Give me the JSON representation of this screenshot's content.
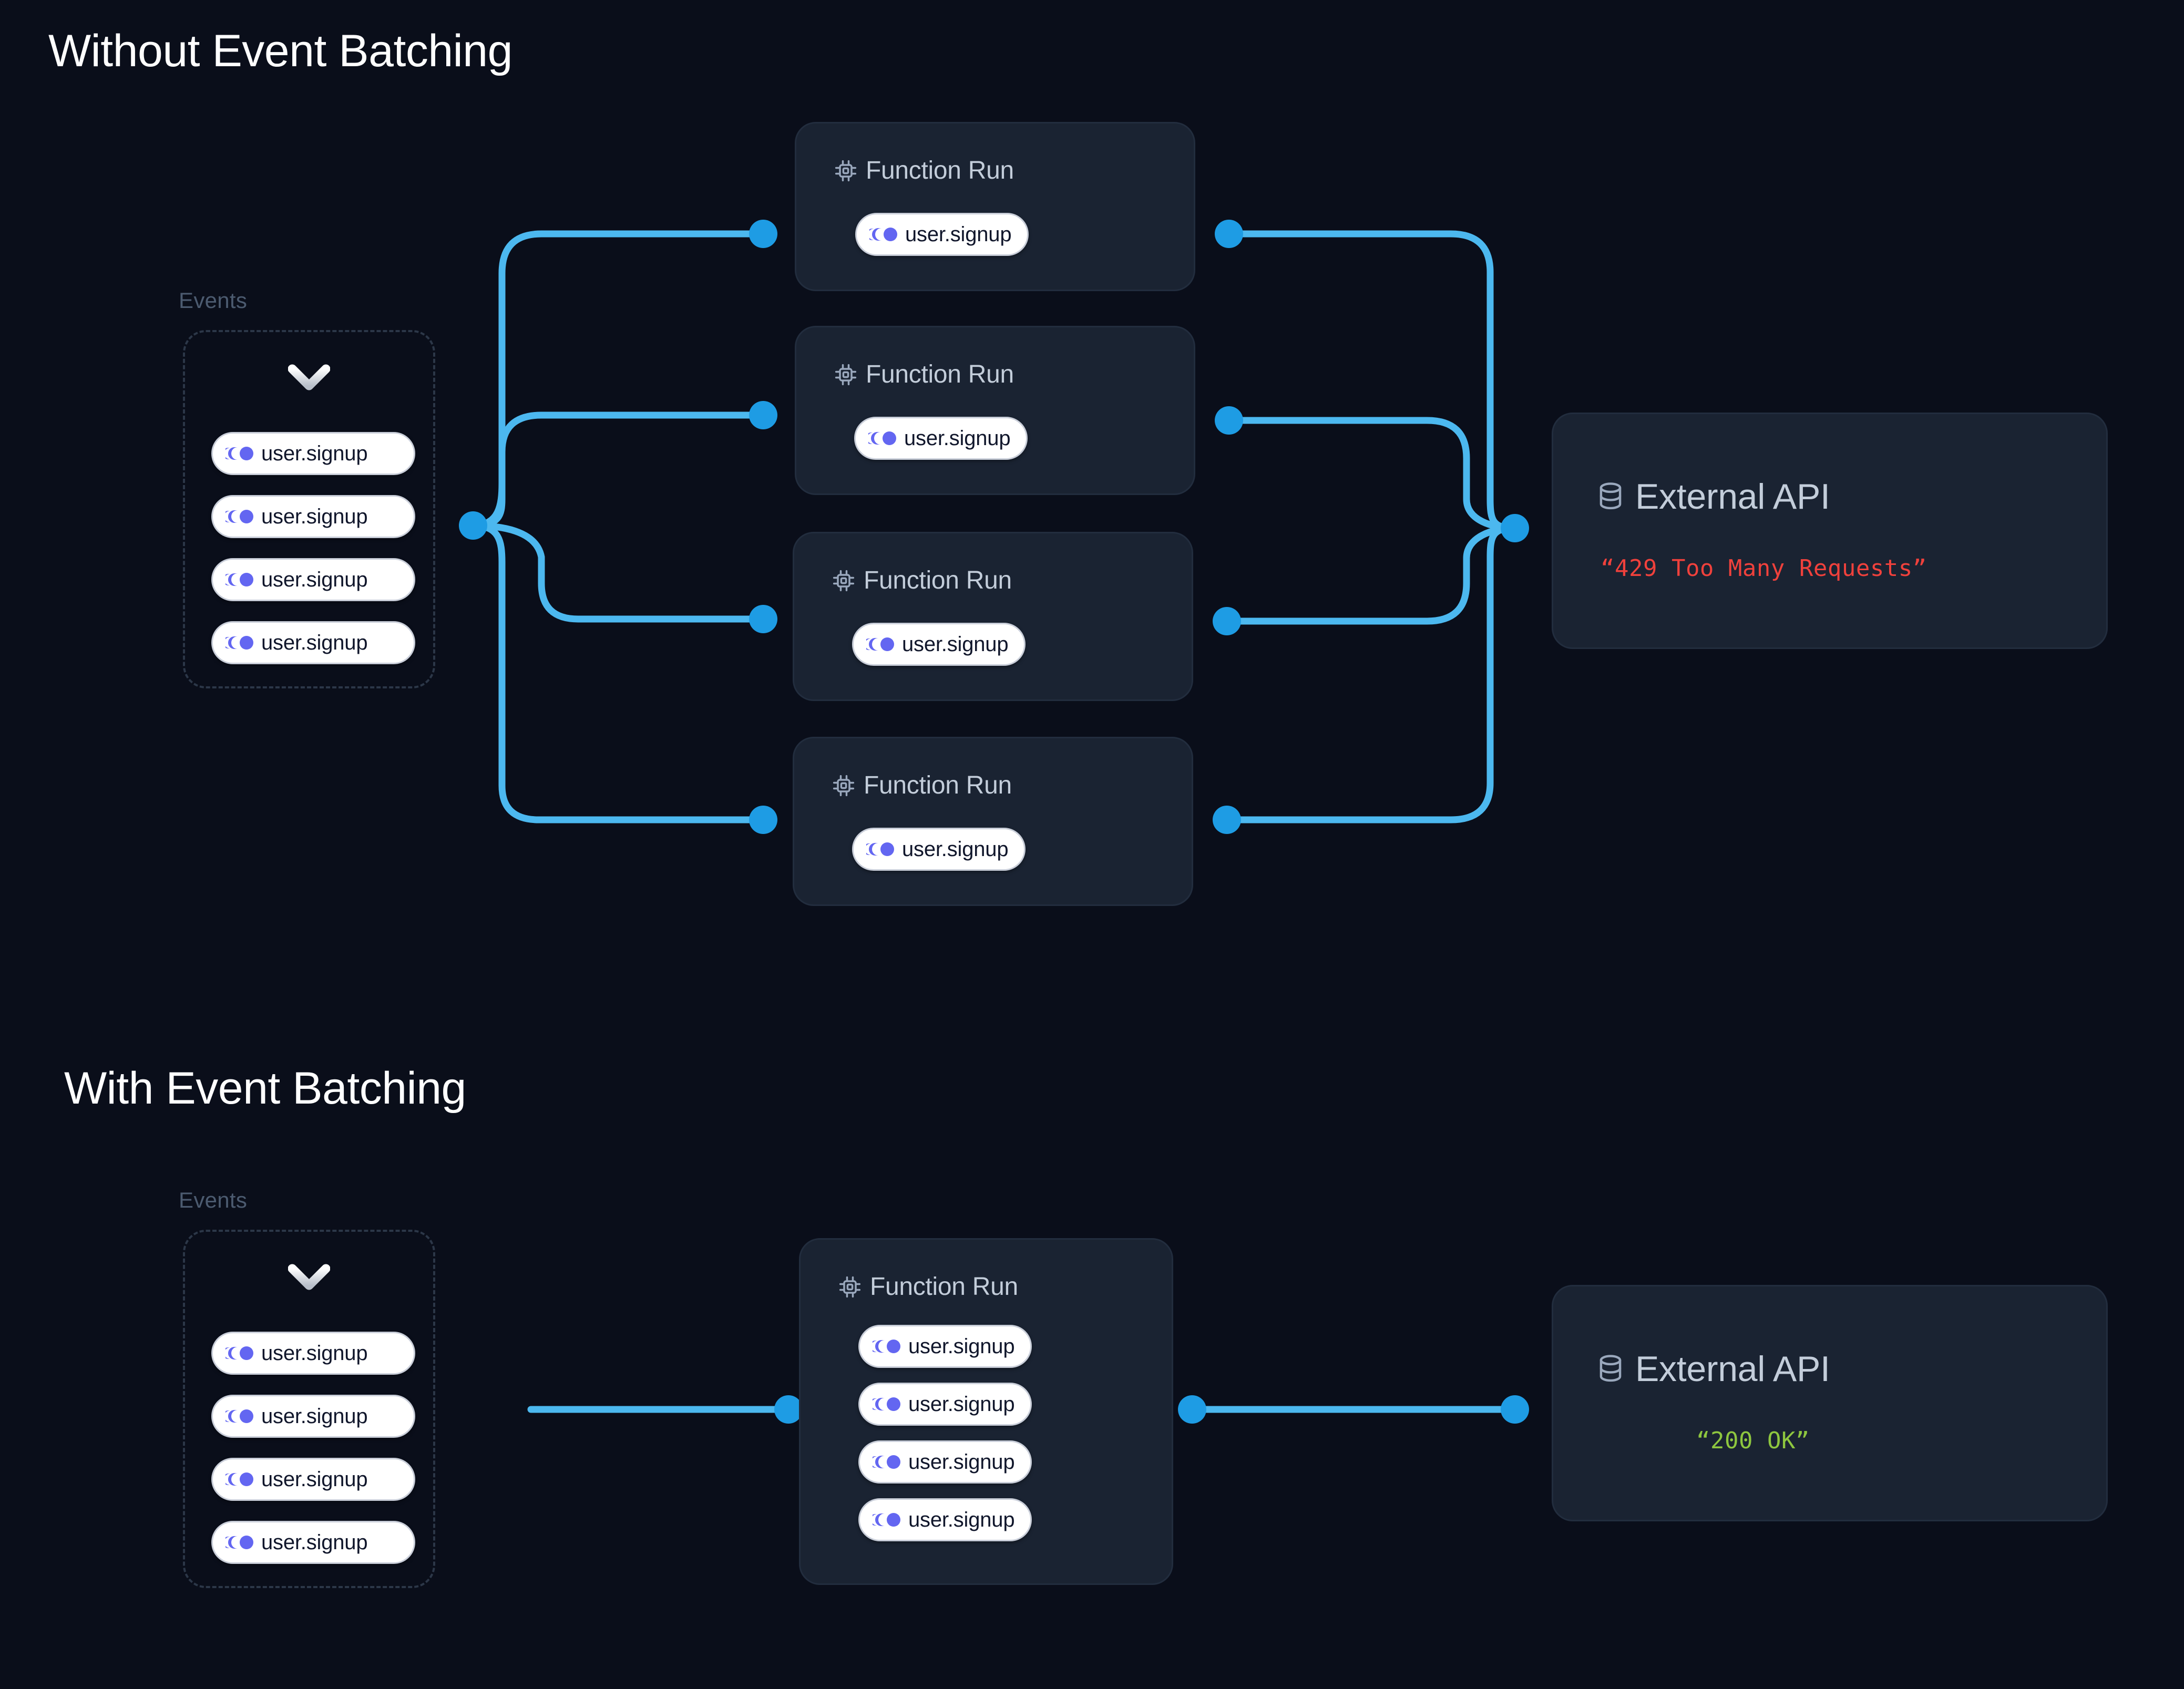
{
  "colors": {
    "page_bg": "#0a0e1a",
    "card_bg": "#1a2332",
    "card_border": "#222d3e",
    "wire": "#4cb8ef",
    "wire_node": "#1e9ce4",
    "event_accent": "#6366f1",
    "title_text": "#ffffff",
    "label_text": "#4c5b70",
    "header_text": "#c3cdda",
    "error_text": "#f0413c",
    "success_text": "#8ec63f",
    "dashed_border": "#2c3748"
  },
  "sections": [
    {
      "id": "without-batching",
      "title": "Without Event Batching",
      "events": {
        "label": "Events",
        "chevron_icon": "chevron-down-icon",
        "pills": [
          {
            "icon": "event-trail-icon",
            "label": "user.signup"
          },
          {
            "icon": "event-trail-icon",
            "label": "user.signup"
          },
          {
            "icon": "event-trail-icon",
            "label": "user.signup"
          },
          {
            "icon": "event-trail-icon",
            "label": "user.signup"
          }
        ]
      },
      "function_runs": [
        {
          "icon": "cpu-chip-icon",
          "title": "Function Run",
          "pills": [
            {
              "icon": "event-trail-icon",
              "label": "user.signup"
            }
          ]
        },
        {
          "icon": "cpu-chip-icon",
          "title": "Function Run",
          "pills": [
            {
              "icon": "event-trail-icon",
              "label": "user.signup"
            }
          ]
        },
        {
          "icon": "cpu-chip-icon",
          "title": "Function Run",
          "pills": [
            {
              "icon": "event-trail-icon",
              "label": "user.signup"
            }
          ]
        },
        {
          "icon": "cpu-chip-icon",
          "title": "Function Run",
          "pills": [
            {
              "icon": "event-trail-icon",
              "label": "user.signup"
            }
          ]
        }
      ],
      "external_api": {
        "icon": "database-icon",
        "title": "External API",
        "status": "“429 Too Many Requests”",
        "status_state": "error"
      }
    },
    {
      "id": "with-batching",
      "title": "With Event Batching",
      "events": {
        "label": "Events",
        "chevron_icon": "chevron-down-icon",
        "pills": [
          {
            "icon": "event-trail-icon",
            "label": "user.signup"
          },
          {
            "icon": "event-trail-icon",
            "label": "user.signup"
          },
          {
            "icon": "event-trail-icon",
            "label": "user.signup"
          },
          {
            "icon": "event-trail-icon",
            "label": "user.signup"
          }
        ]
      },
      "function_runs": [
        {
          "icon": "cpu-chip-icon",
          "title": "Function Run",
          "pills": [
            {
              "icon": "event-trail-icon",
              "label": "user.signup"
            },
            {
              "icon": "event-trail-icon",
              "label": "user.signup"
            },
            {
              "icon": "event-trail-icon",
              "label": "user.signup"
            },
            {
              "icon": "event-trail-icon",
              "label": "user.signup"
            }
          ]
        }
      ],
      "external_api": {
        "icon": "database-icon",
        "title": "External API",
        "status": "“200 OK”",
        "status_state": "success"
      }
    }
  ]
}
